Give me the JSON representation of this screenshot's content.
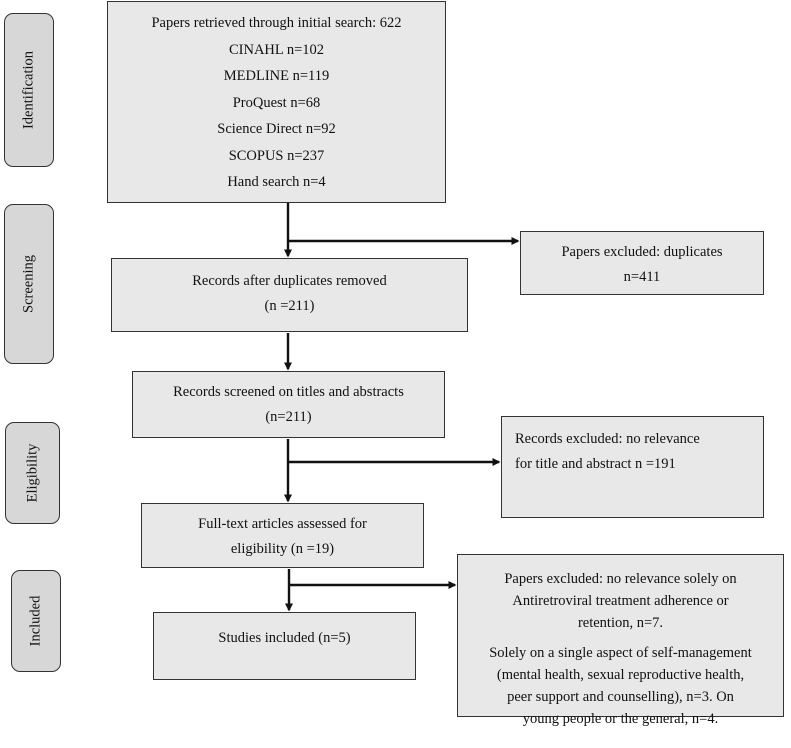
{
  "stages": {
    "identification": "Identification",
    "screening": "Screening",
    "eligibility": "Eligibility",
    "included": "Included"
  },
  "boxes": {
    "initial_search": {
      "title": "Papers retrieved through initial search: 622",
      "sources": [
        "CINAHL n=102",
        "MEDLINE n=119",
        "ProQuest n=68",
        "Science Direct n=92",
        "SCOPUS n=237",
        "Hand search n=4"
      ]
    },
    "duplicates_removed": {
      "lines": [
        "Records after duplicates removed",
        "(n =211)"
      ]
    },
    "excluded_duplicates": {
      "lines": [
        "Papers excluded: duplicates",
        "n=411"
      ]
    },
    "screened": {
      "lines": [
        "Records screened on titles and abstracts",
        "(n=211)"
      ]
    },
    "excluded_relevance": {
      "lines": [
        "Records excluded: no relevance",
        "for title and abstract n =191"
      ]
    },
    "fulltext": {
      "lines": [
        "Full-text articles assessed for",
        "eligibility (n =19)"
      ]
    },
    "included": {
      "lines": [
        "Studies included (n=5)"
      ]
    },
    "excluded_fulltext": {
      "para1": [
        "Papers excluded: no relevance solely on",
        "Antiretroviral treatment adherence or",
        "retention, n=7."
      ],
      "para2": [
        "Solely on a single aspect of self-management",
        "(mental health, sexual reproductive health,",
        "peer support and counselling), n=3. On",
        "young people or the general, n=4."
      ]
    }
  }
}
